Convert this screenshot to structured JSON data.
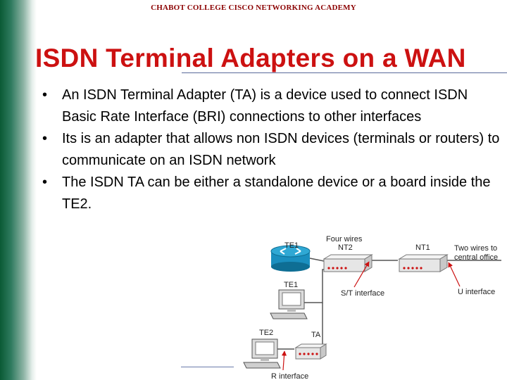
{
  "header": {
    "academy": "CHABOT COLLEGE CISCO NETWORKING ACADEMY"
  },
  "title": "ISDN Terminal Adapters on a WAN",
  "bullet_symbol": "•",
  "bullets": [
    "An ISDN Terminal Adapter (TA) is a device used to connect ISDN Basic Rate Interface (BRI) connections to other interfaces",
    "Its is an adapter that allows non ISDN devices (terminals or routers) to communicate on an ISDN network",
    "The ISDN TA can be either a standalone device or a board inside the TE2."
  ],
  "diagram": {
    "labels": {
      "te1_router": "TE1",
      "four_wires": "Four wires",
      "nt2": "NT2",
      "nt1": "NT1",
      "two_wires_line1": "Two wires to",
      "two_wires_line2": "central office",
      "te1_terminal": "TE1",
      "st_interface": "S/T interface",
      "u_interface": "U interface",
      "te2": "TE2",
      "ta": "TA",
      "r_interface": "R interface"
    },
    "icons": [
      "router-icon",
      "nt2-device-icon",
      "nt1-device-icon",
      "te1-terminal-icon",
      "te2-terminal-icon",
      "ta-device-icon"
    ],
    "colors": {
      "router": "#1a8fbf",
      "device_led": "#cc1111",
      "arrow": "#cc1111",
      "device_body": "#e8e8e8"
    }
  }
}
